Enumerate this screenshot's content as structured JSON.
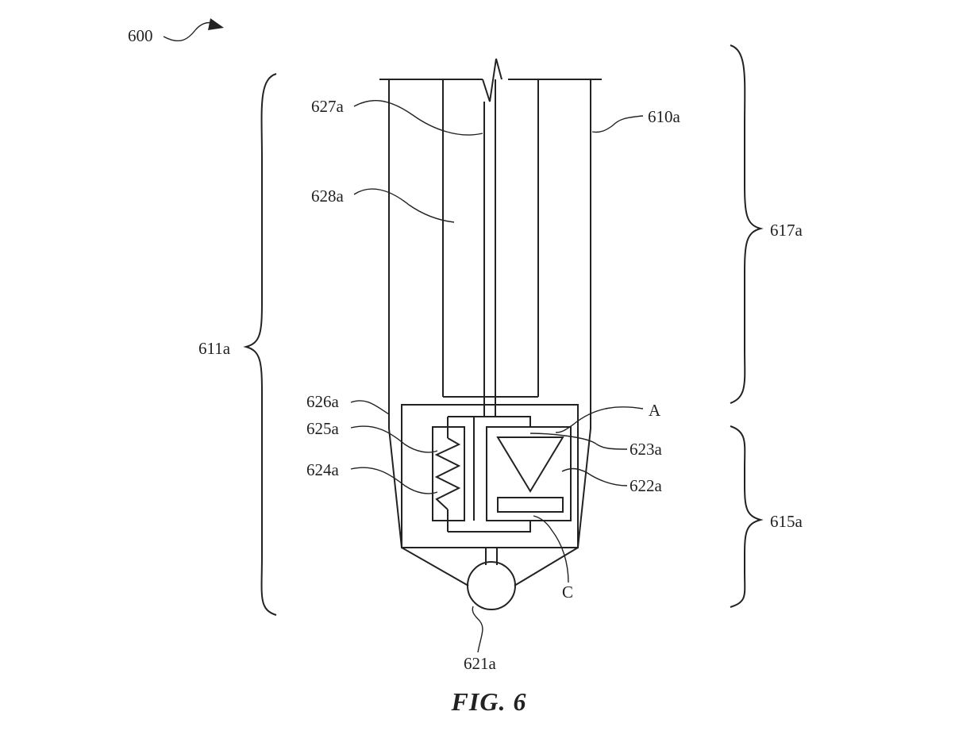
{
  "figure": {
    "caption": "FIG. 6",
    "labels": {
      "l600": "600",
      "l627a": "627a",
      "l610a": "610a",
      "l628a": "628a",
      "l617a": "617a",
      "l611a": "611a",
      "l626a": "626a",
      "l625a": "625a",
      "l624a": "624a",
      "lA": "A",
      "l623a": "623a",
      "l622a": "622a",
      "l615a": "615a",
      "lC": "C",
      "l621a": "621a"
    }
  }
}
